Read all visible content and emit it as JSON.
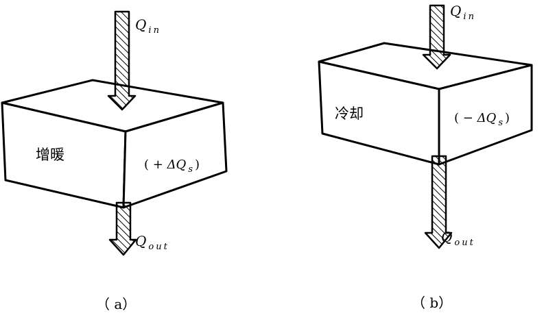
{
  "panels": [
    {
      "caption": "（ a）",
      "box_label": "增暖",
      "storage_label": {
        "open": "( + ",
        "symbol": "ΔQ",
        "sub": "s",
        "close": ")"
      },
      "q_in": {
        "symbol": "Q",
        "sub": "in"
      },
      "q_out": {
        "symbol": "Q",
        "sub": "out"
      }
    },
    {
      "caption": "（ b）",
      "box_label": "冷却",
      "storage_label": {
        "open": "( − ",
        "symbol": "ΔQ",
        "sub": "s",
        "close": ")"
      },
      "q_in": {
        "symbol": "Q",
        "sub": "in"
      },
      "q_out": {
        "symbol": "Q",
        "sub": "out"
      }
    }
  ]
}
